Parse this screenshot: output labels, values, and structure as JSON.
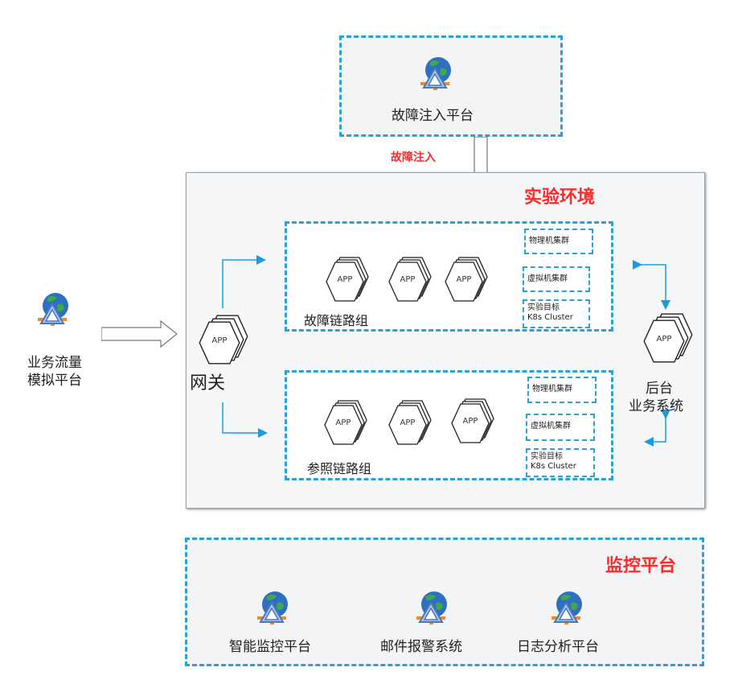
{
  "fault_injection_platform": {
    "label": "故障注入平台"
  },
  "fault_injection_arrow": {
    "label": "故障注入"
  },
  "experiment_env": {
    "title": "实验环境"
  },
  "traffic_sim": {
    "line1": "业务流量",
    "line2": "模拟平台"
  },
  "gateway": {
    "label": "网关",
    "app": "APP"
  },
  "fault_group": {
    "label": "故障链路组",
    "apps": [
      "APP",
      "APP",
      "APP"
    ],
    "clusters": [
      "物理机集群",
      "虚拟机集群"
    ],
    "k8s": {
      "line1": "实验目标",
      "line2": "K8s Cluster"
    }
  },
  "ref_group": {
    "label": "参照链路组",
    "apps": [
      "APP",
      "APP",
      "APP"
    ],
    "clusters": [
      "物理机集群",
      "虚拟机集群"
    ],
    "k8s": {
      "line1": "实验目标",
      "line2": "K8s Cluster"
    }
  },
  "backend": {
    "app": "APP",
    "line1": "后台",
    "line2": "业务系统"
  },
  "monitoring": {
    "title": "监控平台",
    "items": [
      "智能监控平台",
      "邮件报警系统",
      "日志分析平台"
    ]
  },
  "colors": {
    "dash": "#29a3d6",
    "highlight": "#ff2a2a",
    "arrow": "#1a9be0"
  }
}
